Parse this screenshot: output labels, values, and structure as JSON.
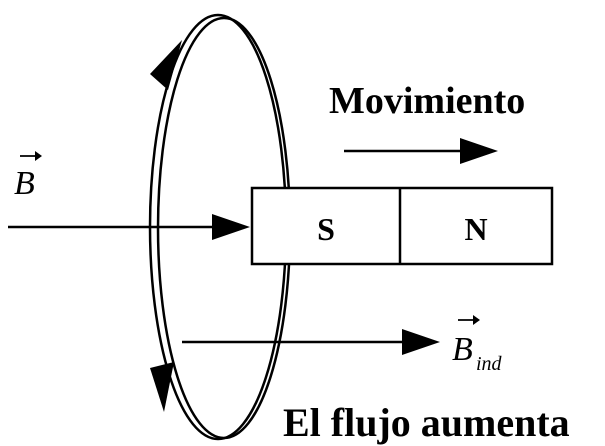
{
  "labels": {
    "motion": "Movimiento",
    "field_symbol": "B",
    "induced_symbol": "B",
    "induced_subscript": "ind",
    "flux_statement": "El flujo aumenta"
  },
  "magnet": {
    "pole_left": "S",
    "pole_right": "N"
  },
  "colors": {
    "ink": "#000000",
    "background": "#ffffff"
  }
}
